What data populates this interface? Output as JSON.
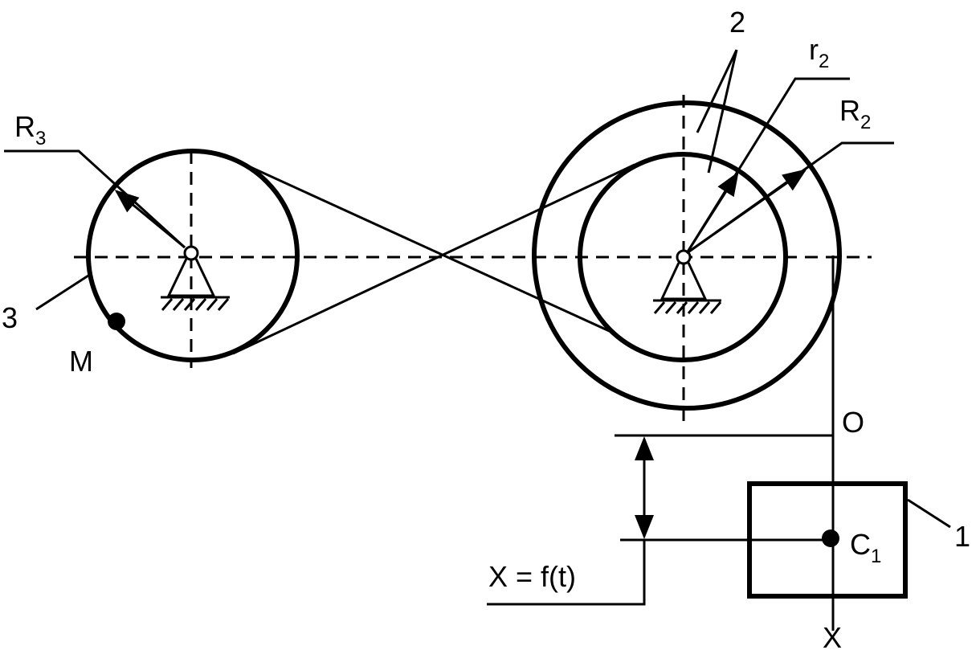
{
  "labels": {
    "r3_main": "R",
    "r3_sub": "3",
    "body3": "3",
    "point_m": "M",
    "body2": "2",
    "r2_main": "r",
    "r2_sub": "2",
    "R2_main": "R",
    "R2_sub": "2",
    "origin": "O",
    "c1_main": "C",
    "c1_sub": "1",
    "body1": "1",
    "axis_x": "X",
    "law": "X = f(t)"
  },
  "colors": {
    "ink": "#000000",
    "paper": "#ffffff"
  }
}
